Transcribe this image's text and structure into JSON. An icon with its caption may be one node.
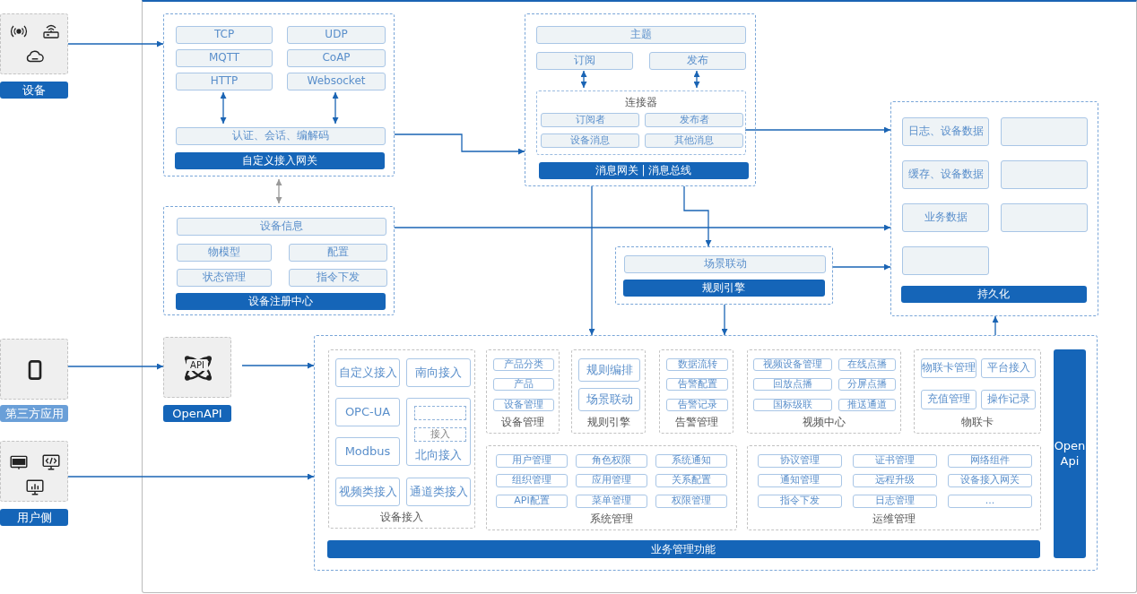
{
  "diagram": {
    "nodes": [
      {
        "text": [
          "设备"
        ]
      },
      {
        "text": [
          "第三方应用"
        ]
      },
      {
        "text": [
          "用户侧"
        ]
      },
      {
        "text": [
          "OpenAPI"
        ]
      },
      {
        "text": [
          "自定义接入网关"
        ]
      },
      {
        "text": [
          "TCP"
        ],
        "in": 4
      },
      {
        "text": [
          "UDP"
        ],
        "in": 4
      },
      {
        "text": [
          "MQTT"
        ],
        "in": 4
      },
      {
        "text": [
          "CoAP"
        ],
        "in": 4
      },
      {
        "text": [
          "HTTP"
        ],
        "in": 4
      },
      {
        "text": [
          "Websocket"
        ],
        "in": 4
      },
      {
        "text": [
          "认证、会话、编解码"
        ],
        "in": 4
      },
      {
        "text": [
          "设备注册中心"
        ]
      },
      {
        "text": [
          "设备信息"
        ],
        "in": 12
      },
      {
        "text": [
          "物模型"
        ],
        "in": 12
      },
      {
        "text": [
          "配置"
        ],
        "in": 12
      },
      {
        "text": [
          "状态管理"
        ],
        "in": 12
      },
      {
        "text": [
          "指令下发"
        ],
        "in": 12
      },
      {
        "text": [
          "消息网关 | 消息总线"
        ]
      },
      {
        "text": [
          "主题"
        ],
        "in": 18
      },
      {
        "text": [
          "订阅"
        ],
        "in": 18
      },
      {
        "text": [
          "发布"
        ],
        "in": 18
      },
      {
        "text": [
          "连接器"
        ],
        "in": 18
      },
      {
        "text": [
          "订阅者"
        ],
        "in": 22
      },
      {
        "text": [
          "发布者"
        ],
        "in": 22
      },
      {
        "text": [
          "设备消息"
        ],
        "in": 22
      },
      {
        "text": [
          "其他消息"
        ],
        "in": 22
      },
      {
        "text": [
          "规则引擎"
        ]
      },
      {
        "text": [
          "场景联动"
        ],
        "in": 27
      },
      {
        "text": [
          "持久化"
        ]
      },
      {
        "text": [
          "日志、设备数据"
        ],
        "in": 29
      },
      {
        "text": [],
        "shape": "box",
        "in": 29
      },
      {
        "text": [
          "缓存、设备数据"
        ],
        "in": 29
      },
      {
        "text": [],
        "shape": "box",
        "in": 29
      },
      {
        "text": [
          "业务数据"
        ],
        "in": 29
      },
      {
        "text": [],
        "shape": "box",
        "in": 29
      },
      {
        "text": [],
        "shape": "box",
        "in": 29
      },
      {
        "text": [
          "业务管理功能"
        ]
      },
      {
        "text": [
          "设备接入"
        ],
        "in": 37
      },
      {
        "text": [
          "自定义接入"
        ],
        "in": 38
      },
      {
        "text": [
          "南向接入"
        ],
        "in": 38
      },
      {
        "text": [
          "OPC-UA"
        ],
        "in": 38
      },
      {
        "text": [
          "北向接入"
        ],
        "in": 38
      },
      {
        "text": [],
        "shape": "box",
        "in": 42
      },
      {
        "text": [
          "接入"
        ],
        "in": 42
      },
      {
        "text": [
          "Modbus"
        ],
        "in": 38
      },
      {
        "text": [
          "视频类接入"
        ],
        "in": 38
      },
      {
        "text": [
          "通道类接入"
        ],
        "in": 38
      },
      {
        "text": [
          "设备管理"
        ],
        "in": 37
      },
      {
        "text": [
          "产品分类"
        ],
        "in": 48
      },
      {
        "text": [
          "产品"
        ],
        "in": 48
      },
      {
        "text": [
          "设备管理"
        ],
        "in": 48
      },
      {
        "text": [
          "规则引擎"
        ],
        "in": 37
      },
      {
        "text": [
          "规则编排"
        ],
        "in": 52
      },
      {
        "text": [
          "场景联动"
        ],
        "in": 52
      },
      {
        "text": [
          "告警管理"
        ],
        "in": 37
      },
      {
        "text": [
          "数据流转"
        ],
        "in": 55
      },
      {
        "text": [
          "告警配置"
        ],
        "in": 55
      },
      {
        "text": [
          "告警记录"
        ],
        "in": 55
      },
      {
        "text": [
          "视频中心"
        ],
        "in": 37
      },
      {
        "text": [
          "视频设备管理"
        ],
        "in": 59
      },
      {
        "text": [
          "在线点播"
        ],
        "in": 59
      },
      {
        "text": [
          "回放点播"
        ],
        "in": 59
      },
      {
        "text": [
          "分屏点播"
        ],
        "in": 59
      },
      {
        "text": [
          "国标级联"
        ],
        "in": 59
      },
      {
        "text": [
          "推送通道"
        ],
        "in": 59
      },
      {
        "text": [
          "物联卡"
        ],
        "in": 37
      },
      {
        "text": [
          "物联卡管理"
        ],
        "in": 66
      },
      {
        "text": [
          "平台接入"
        ],
        "in": 66
      },
      {
        "text": [
          "充值管理"
        ],
        "in": 66
      },
      {
        "text": [
          "操作记录"
        ],
        "in": 66
      },
      {
        "text": [
          "系统管理"
        ],
        "in": 37
      },
      {
        "text": [
          "用户管理"
        ],
        "in": 71
      },
      {
        "text": [
          "角色权限"
        ],
        "in": 71
      },
      {
        "text": [
          "系统通知"
        ],
        "in": 71
      },
      {
        "text": [
          "组织管理"
        ],
        "in": 71
      },
      {
        "text": [
          "应用管理"
        ],
        "in": 71
      },
      {
        "text": [
          "关系配置"
        ],
        "in": 71
      },
      {
        "text": [
          "API配置"
        ],
        "in": 71
      },
      {
        "text": [
          "菜单管理"
        ],
        "in": 71
      },
      {
        "text": [
          "权限管理"
        ],
        "in": 71
      },
      {
        "text": [
          "运维管理"
        ],
        "in": 37
      },
      {
        "text": [
          "协议管理"
        ],
        "in": 81
      },
      {
        "text": [
          "证书管理"
        ],
        "in": 81
      },
      {
        "text": [
          "网络组件"
        ],
        "in": 81
      },
      {
        "text": [
          "通知管理"
        ],
        "in": 81
      },
      {
        "text": [
          "远程升级"
        ],
        "in": 81
      },
      {
        "text": [
          "设备接入网关"
        ],
        "in": 81
      },
      {
        "text": [
          "指令下发"
        ],
        "in": 81
      },
      {
        "text": [
          "日志管理"
        ],
        "in": 81
      },
      {
        "text": [
          "..."
        ],
        "in": 81
      },
      {
        "text": [
          "Open Api"
        ],
        "in": 37
      }
    ],
    "edges": [
      {
        "from": 0,
        "to": 4,
        "arrow": "to"
      },
      {
        "from": 4,
        "to": 18,
        "arrow": "to"
      },
      {
        "from": 4,
        "to": 12,
        "arrow": "both",
        "color": "#999999"
      },
      {
        "from": 9,
        "to": 11,
        "arrow": "both"
      },
      {
        "from": 10,
        "to": 11,
        "arrow": "both"
      },
      {
        "from": 20,
        "to": 22,
        "arrow": "both"
      },
      {
        "from": 21,
        "to": 22,
        "arrow": "both"
      },
      {
        "from": 22,
        "to": 29,
        "arrow": "to"
      },
      {
        "from": 12,
        "to": 29,
        "arrow": "to"
      },
      {
        "from": 18,
        "to": 27,
        "arrow": "to"
      },
      {
        "from": 18,
        "to": 37,
        "arrow": "to"
      },
      {
        "from": 27,
        "to": 29,
        "arrow": "to"
      },
      {
        "from": 27,
        "to": 37,
        "arrow": "to"
      },
      {
        "from": 37,
        "to": 29,
        "arrow": "to"
      },
      {
        "from": 1,
        "to": 3,
        "arrow": "to"
      },
      {
        "from": 3,
        "to": 37,
        "arrow": "to"
      },
      {
        "from": 2,
        "to": 37,
        "arrow": "to"
      }
    ],
    "labels": [
      "API"
    ]
  }
}
